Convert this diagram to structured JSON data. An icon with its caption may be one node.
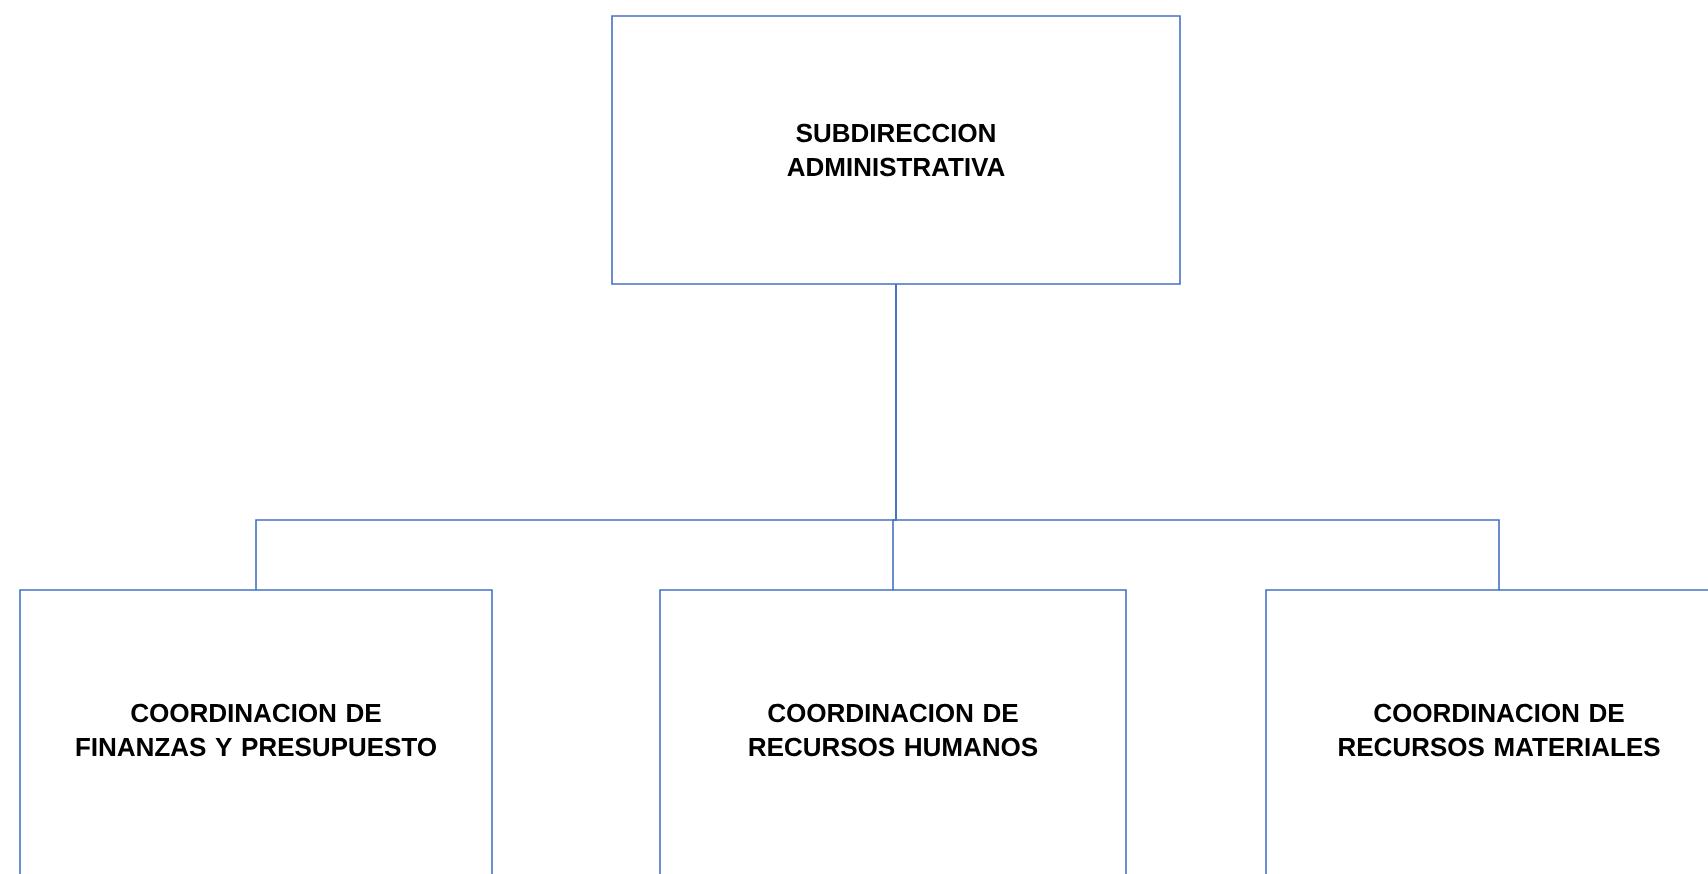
{
  "diagram": {
    "nodes": [
      {
        "text": [
          "SUBDIRECCION ADMINISTRATIVA"
        ]
      },
      {
        "text": [
          "COORDINACION DE FINANZAS Y PRESUPUESTO"
        ]
      },
      {
        "text": [
          "COORDINACION DE RECURSOS HUMANOS"
        ]
      },
      {
        "text": [
          "COORDINACION DE RECURSOS MATERIALES"
        ]
      }
    ],
    "edges": [
      {
        "from": 0,
        "to": 1,
        "arrow": "none"
      },
      {
        "from": 0,
        "to": 2,
        "arrow": "none"
      },
      {
        "from": 0,
        "to": 3,
        "arrow": "none"
      }
    ]
  }
}
